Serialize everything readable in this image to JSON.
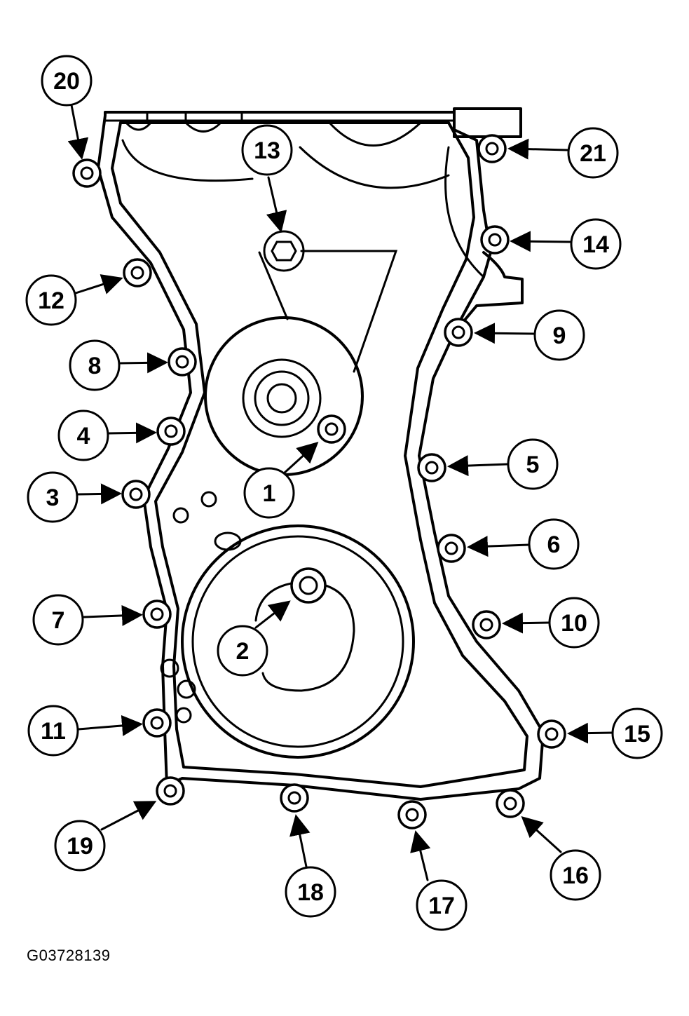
{
  "figure_code": "G03728139",
  "callouts": [
    {
      "id": "20",
      "label": "20"
    },
    {
      "id": "21",
      "label": "21"
    },
    {
      "id": "13",
      "label": "13"
    },
    {
      "id": "14",
      "label": "14"
    },
    {
      "id": "12",
      "label": "12"
    },
    {
      "id": "9",
      "label": "9"
    },
    {
      "id": "8",
      "label": "8"
    },
    {
      "id": "4",
      "label": "4"
    },
    {
      "id": "1",
      "label": "1"
    },
    {
      "id": "5",
      "label": "5"
    },
    {
      "id": "3",
      "label": "3"
    },
    {
      "id": "6",
      "label": "6"
    },
    {
      "id": "7",
      "label": "7"
    },
    {
      "id": "2",
      "label": "2"
    },
    {
      "id": "10",
      "label": "10"
    },
    {
      "id": "11",
      "label": "11"
    },
    {
      "id": "15",
      "label": "15"
    },
    {
      "id": "19",
      "label": "19"
    },
    {
      "id": "16",
      "label": "16"
    },
    {
      "id": "18",
      "label": "18"
    },
    {
      "id": "17",
      "label": "17"
    }
  ]
}
